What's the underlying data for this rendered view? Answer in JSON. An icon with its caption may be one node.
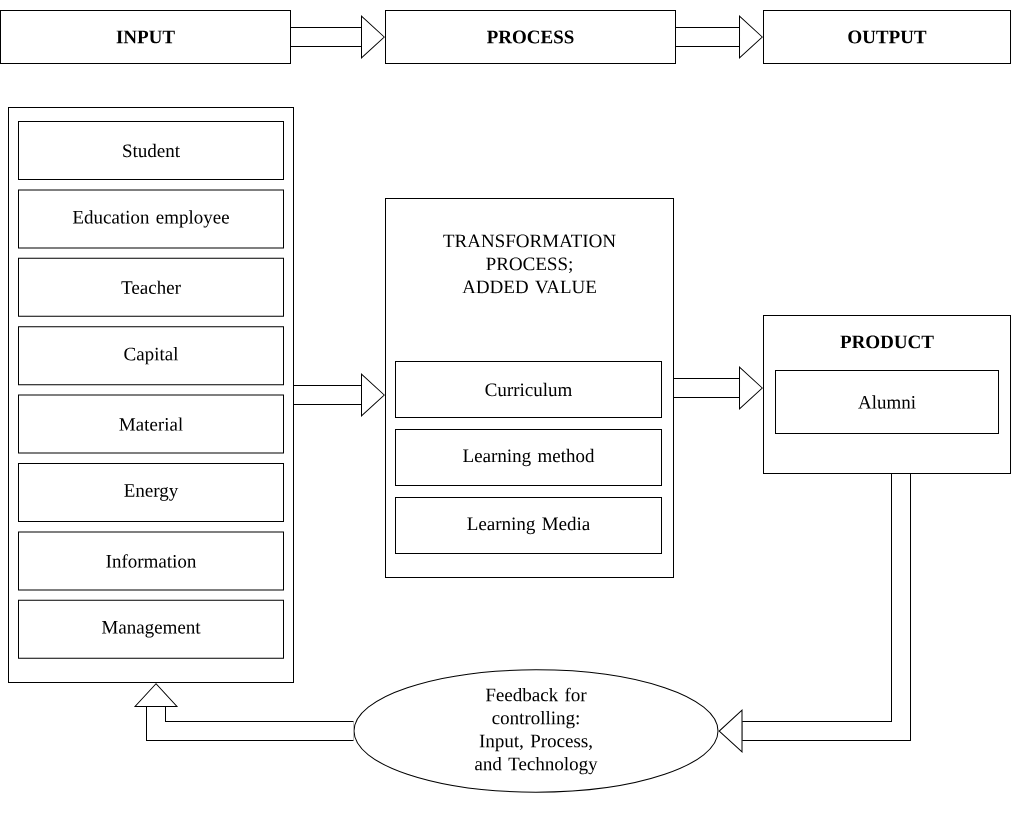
{
  "diagram": {
    "nodes": [
      {
        "text": [
          "INPUT"
        ]
      },
      {
        "text": [
          "PROCESS"
        ]
      },
      {
        "text": [
          "OUTPUT"
        ]
      },
      {
        "text": [],
        "shape": "box"
      },
      {
        "text": [
          "Student"
        ],
        "in": 3
      },
      {
        "text": [
          "Education employee"
        ],
        "in": 3
      },
      {
        "text": [
          "Teacher"
        ],
        "in": 3
      },
      {
        "text": [
          "Capital"
        ],
        "in": 3
      },
      {
        "text": [
          "Material"
        ],
        "in": 3
      },
      {
        "text": [
          "Energy"
        ],
        "in": 3
      },
      {
        "text": [
          "Information"
        ],
        "in": 3
      },
      {
        "text": [
          "Management"
        ],
        "in": 3
      },
      {
        "text": [
          "TRANSFORMATION PROCESS; ADDED VALUE"
        ]
      },
      {
        "text": [
          "Curriculum"
        ],
        "in": 12
      },
      {
        "text": [
          "Learning method"
        ],
        "in": 12
      },
      {
        "text": [
          "Learning Media"
        ],
        "in": 12
      },
      {
        "text": [
          "PRODUCT"
        ]
      },
      {
        "text": [
          "Alumni"
        ],
        "in": 16
      },
      {
        "text": [
          "Feedback for controlling: Input, Process, and Technology"
        ]
      }
    ],
    "edges": [
      {
        "from": 0,
        "to": 1,
        "arrow": "to"
      },
      {
        "from": 1,
        "to": 2,
        "arrow": "to"
      },
      {
        "from": 3,
        "to": 12,
        "arrow": "to"
      },
      {
        "from": 12,
        "to": 16,
        "arrow": "to"
      },
      {
        "from": 16,
        "to": 18,
        "arrow": "to"
      },
      {
        "from": 18,
        "to": 3,
        "arrow": "to"
      }
    ]
  }
}
